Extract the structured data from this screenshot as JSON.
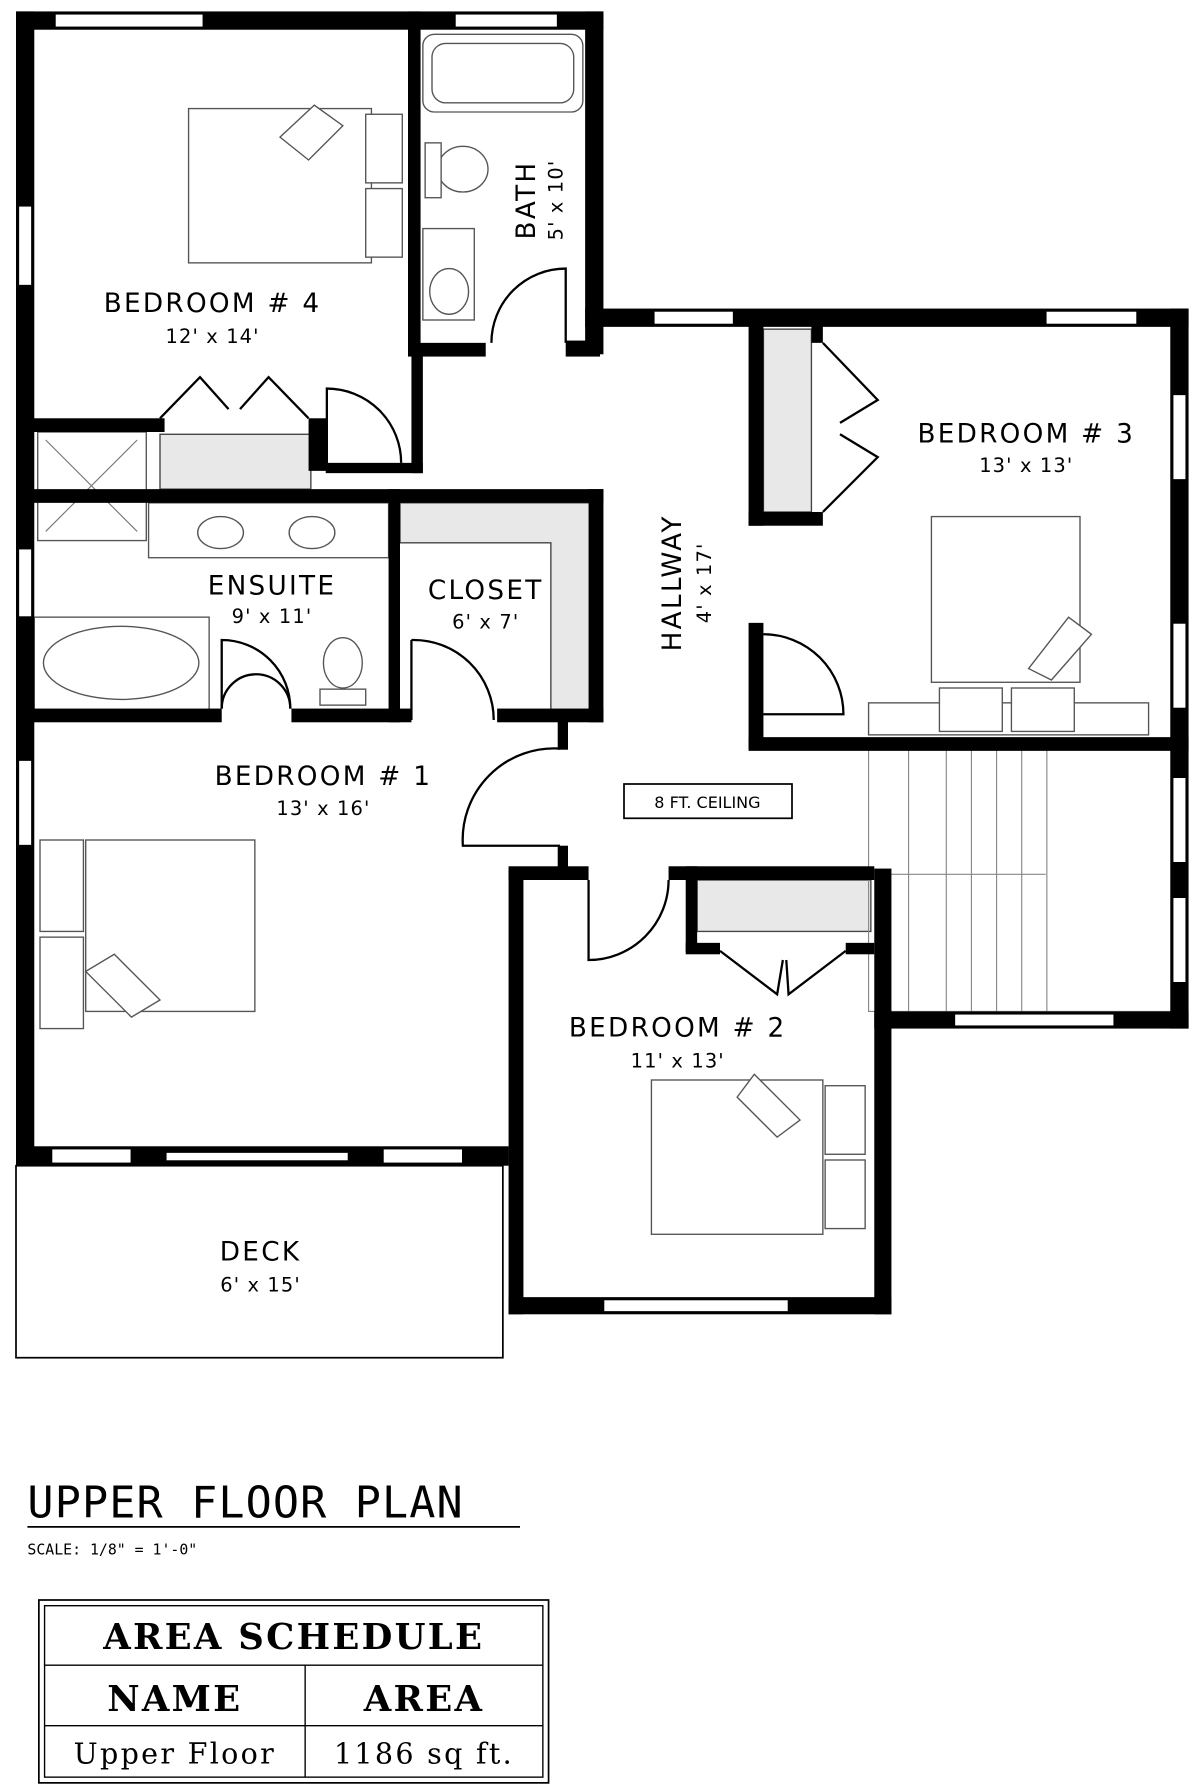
{
  "rooms": {
    "bedroom4": {
      "name": "BEDROOM # 4",
      "size": "12' x 14'"
    },
    "bath": {
      "name": "BATH",
      "size": "5' x 10'"
    },
    "bedroom3": {
      "name": "BEDROOM # 3",
      "size": "13' x 13'"
    },
    "hallway": {
      "name": "HALLWAY",
      "size": "4' x 17'"
    },
    "ensuite": {
      "name": "ENSUITE",
      "size": "9' x 11'"
    },
    "closet": {
      "name": "CLOSET",
      "size": "6' x 7'"
    },
    "bedroom1": {
      "name": "BEDROOM # 1",
      "size": "13' x 16'"
    },
    "bedroom2": {
      "name": "BEDROOM # 2",
      "size": "11' x 13'"
    },
    "deck": {
      "name": "DECK",
      "size": "6' x 15'"
    }
  },
  "ceiling_note": "8 FT. CEILING",
  "plan": {
    "title": "UPPER FLOOR PLAN",
    "scale": "SCALE: 1/8\" = 1'-0\""
  },
  "area_schedule": {
    "title": "AREA SCHEDULE",
    "headers": [
      "NAME",
      "AREA"
    ],
    "rows": [
      {
        "name": "Upper Floor",
        "area": "1186 sq ft."
      }
    ]
  }
}
